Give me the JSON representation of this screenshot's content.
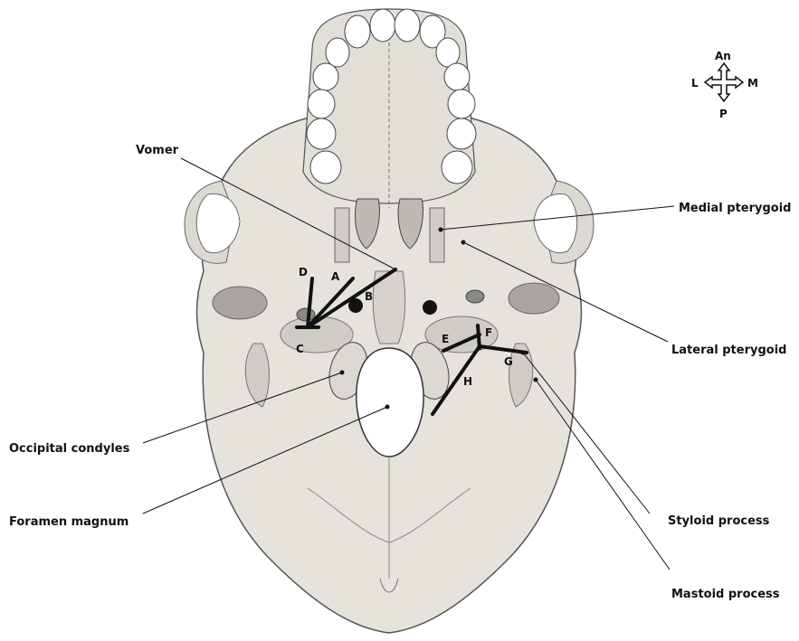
{
  "labels": {
    "vomer": "Vomer",
    "medial_pterygoid": "Medial pterygoid",
    "lateral_pterygoid": "Lateral pterygoid",
    "occipital_condyles": "Occipital condyles",
    "foramen_magnum": "Foramen magnum",
    "styloid_process": "Styloid process",
    "mastoid_process": "Mastoid process"
  },
  "measurement_letters": {
    "a": "A",
    "b": "B",
    "c": "C",
    "d": "D",
    "e": "E",
    "f": "F",
    "g": "G",
    "h": "H"
  },
  "compass": {
    "anterior": "An",
    "posterior": "P",
    "lateral": "L",
    "medial": "M"
  },
  "colors": {
    "bone": "#e6e3dd",
    "bone_shade": "#cfccc6",
    "bone_dark": "#a9a6a1",
    "outline": "#555555",
    "line": "#111111"
  }
}
